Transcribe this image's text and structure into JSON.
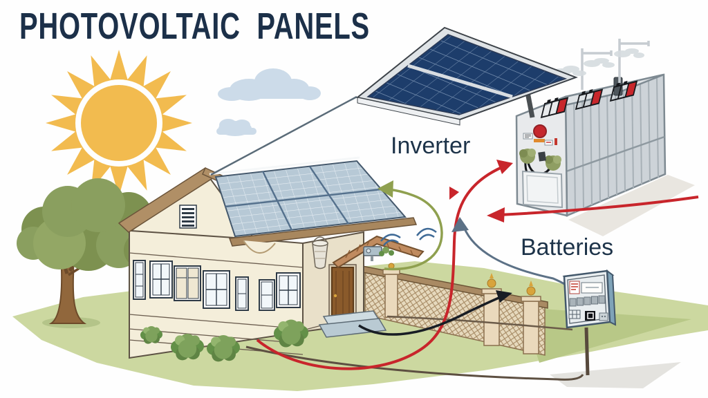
{
  "title": "PHOTOVOLTAIC PANELS",
  "labels": {
    "inverter": "Inverter",
    "batteries": "Batteries"
  },
  "scene": {
    "illustration": "photovoltaic-home-energy-system",
    "components": [
      "sun",
      "clouds",
      "tree",
      "house-with-rooftop-solar-array",
      "pole-mounted-solar-panel",
      "battery-container-unit",
      "garden-fence",
      "utility-meter-panel",
      "power-cables",
      "energy-flow-arrows"
    ]
  },
  "colors": {
    "title_text": "#1d3349",
    "label_text": "#1d3349",
    "sun": "#f2bb4f",
    "panel_cells": "#1d3d6b",
    "roof_panels": "#b7c9d6",
    "house_wall": "#f4eeda",
    "grass": "#ccd8a0",
    "arrow_red": "#c8252b",
    "arrow_green": "#8fa04f",
    "arrow_slate": "#5c7186",
    "cable_black": "#181d24"
  }
}
